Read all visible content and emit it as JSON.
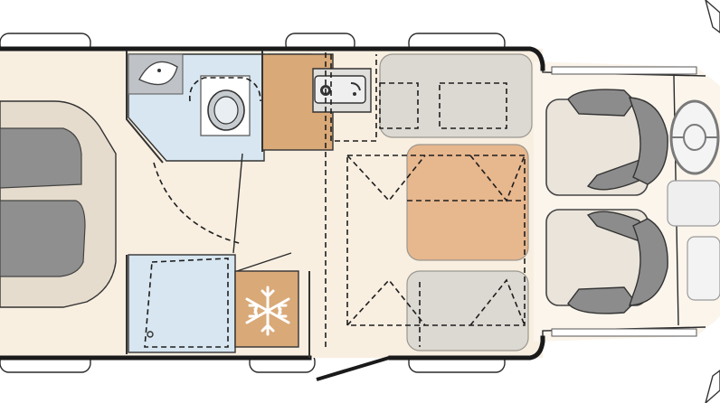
{
  "title": "",
  "colors": {
    "floor": "#f8efe1",
    "wall": "#1a1a1a",
    "bathroom": "#d7e6f0",
    "kitchen": "#d9a978",
    "cushion": "#dcd9d2",
    "accent_cushion": "#e7b78e",
    "seat": "#eae4da",
    "seat_shell": "#8c8c8c",
    "cab_panel": "#ffffff",
    "mattress": "#e6dccd",
    "pillow_dark": "#8f8f8f",
    "fridge_icon": "#ffffff"
  },
  "icons": [
    "snowflake-icon",
    "steering-wheel-icon",
    "washbasin-icon",
    "toilet-icon",
    "sink-icon",
    "cooktop-icon"
  ],
  "zones": [
    "rear-bed",
    "washroom",
    "shower",
    "wardrobe",
    "kitchen",
    "fridge",
    "dinette",
    "cab"
  ]
}
